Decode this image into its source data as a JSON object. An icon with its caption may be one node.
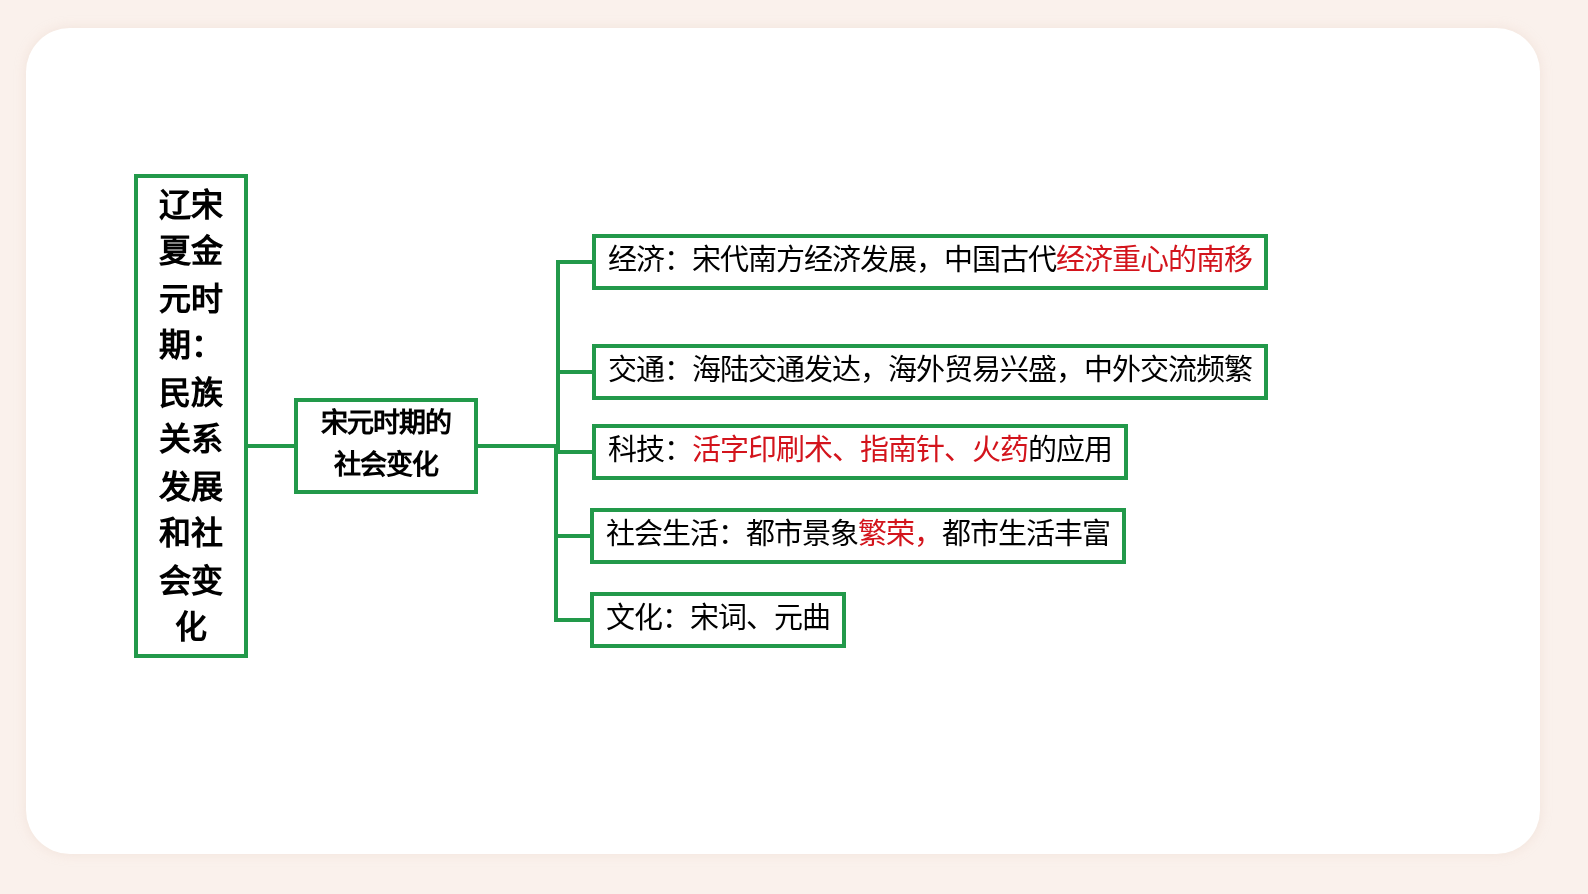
{
  "diagram": {
    "nodes": [
      {
        "text": [
          "辽宋夏金元时期：民族关系发展和社会变化"
        ]
      },
      {
        "text": [
          "宋元时期的社会变化"
        ]
      },
      {
        "text": [
          "经济：宋代南方经济发展，中国古代**经济重心的南移**"
        ]
      },
      {
        "text": [
          "交通：海陆交通发达，海外贸易兴盛，中外交流频繁"
        ]
      },
      {
        "text": [
          "科技：**活字印刷术、指南针、火药**的应用"
        ]
      },
      {
        "text": [
          "社会生活：都市景象**繁荣，**都市生活丰富"
        ]
      },
      {
        "text": [
          "文化：宋词、元曲"
        ]
      }
    ],
    "edges": [
      {
        "from": 0,
        "to": 1,
        "arrow": "none"
      },
      {
        "from": 1,
        "to": 2,
        "arrow": "none"
      },
      {
        "from": 1,
        "to": 3,
        "arrow": "none"
      },
      {
        "from": 1,
        "to": 4,
        "arrow": "none"
      },
      {
        "from": 1,
        "to": 5,
        "arrow": "none"
      },
      {
        "from": 1,
        "to": 6,
        "arrow": "none"
      }
    ]
  }
}
